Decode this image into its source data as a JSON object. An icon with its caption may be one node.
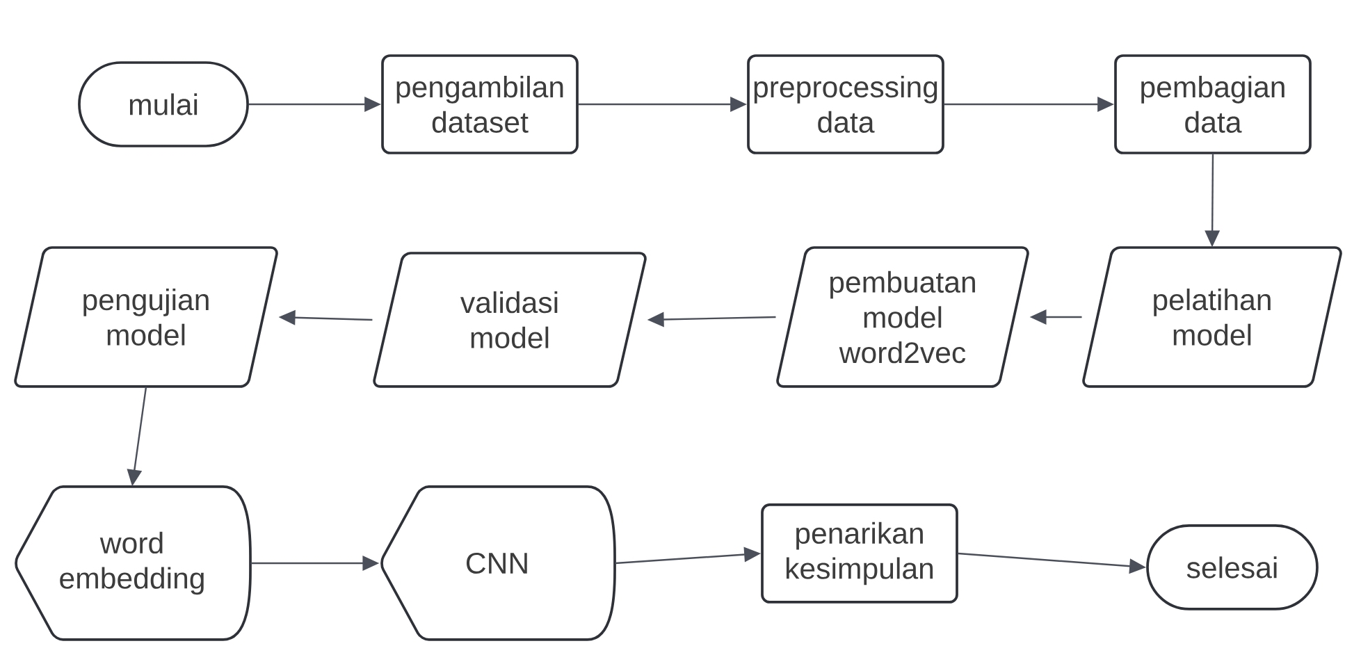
{
  "diagram": {
    "nodes": [
      {
        "text": [
          "mulai"
        ]
      },
      {
        "text": [
          "pengambilan dataset"
        ]
      },
      {
        "text": [
          "preprocessing data"
        ]
      },
      {
        "text": [
          "pembagian data"
        ]
      },
      {
        "text": [
          "pelatihan model"
        ]
      },
      {
        "text": [
          "pembuatan model word2vec"
        ]
      },
      {
        "text": [
          "validasi model"
        ]
      },
      {
        "text": [
          "pengujian model"
        ]
      },
      {
        "text": [
          "word embedding"
        ]
      },
      {
        "text": [
          "CNN"
        ]
      },
      {
        "text": [
          "penarikan kesimpulan"
        ]
      },
      {
        "text": [
          "selesai"
        ]
      }
    ],
    "edges": [
      {
        "from": 0,
        "to": 1,
        "arrow": "to"
      },
      {
        "from": 1,
        "to": 2,
        "arrow": "to"
      },
      {
        "from": 2,
        "to": 3,
        "arrow": "to"
      },
      {
        "from": 3,
        "to": 4,
        "arrow": "to"
      },
      {
        "from": 4,
        "to": 5,
        "arrow": "to"
      },
      {
        "from": 5,
        "to": 6,
        "arrow": "to"
      },
      {
        "from": 6,
        "to": 7,
        "arrow": "to"
      },
      {
        "from": 7,
        "to": 8,
        "arrow": "to"
      },
      {
        "from": 8,
        "to": 9,
        "arrow": "to"
      },
      {
        "from": 9,
        "to": 10,
        "arrow": "to"
      },
      {
        "from": 10,
        "to": 11,
        "arrow": "to"
      }
    ]
  }
}
